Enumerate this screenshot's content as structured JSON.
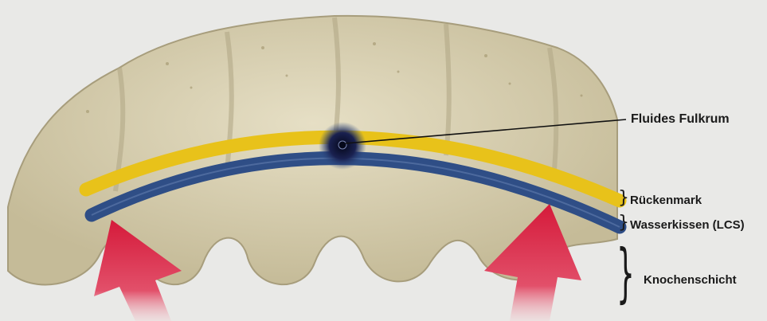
{
  "labels": {
    "fulkrum": "Fluides Fulkrum",
    "rueckenmark": "Rückenmark",
    "wasserkissen": "Wasserkissen (LCS)",
    "knochenschicht": "Knochenschicht"
  },
  "colors": {
    "background": "#e9e9e7",
    "bone": "#d9d2b6",
    "bone_shadow": "#b8ae8c",
    "spinal_cord": "#e8c21a",
    "csf_cushion": "#2f4e86",
    "arrow": "#d8203c",
    "fulcrum": "#0d1330"
  },
  "icons": {
    "pressure_arrows": "arrow-up-icon"
  }
}
